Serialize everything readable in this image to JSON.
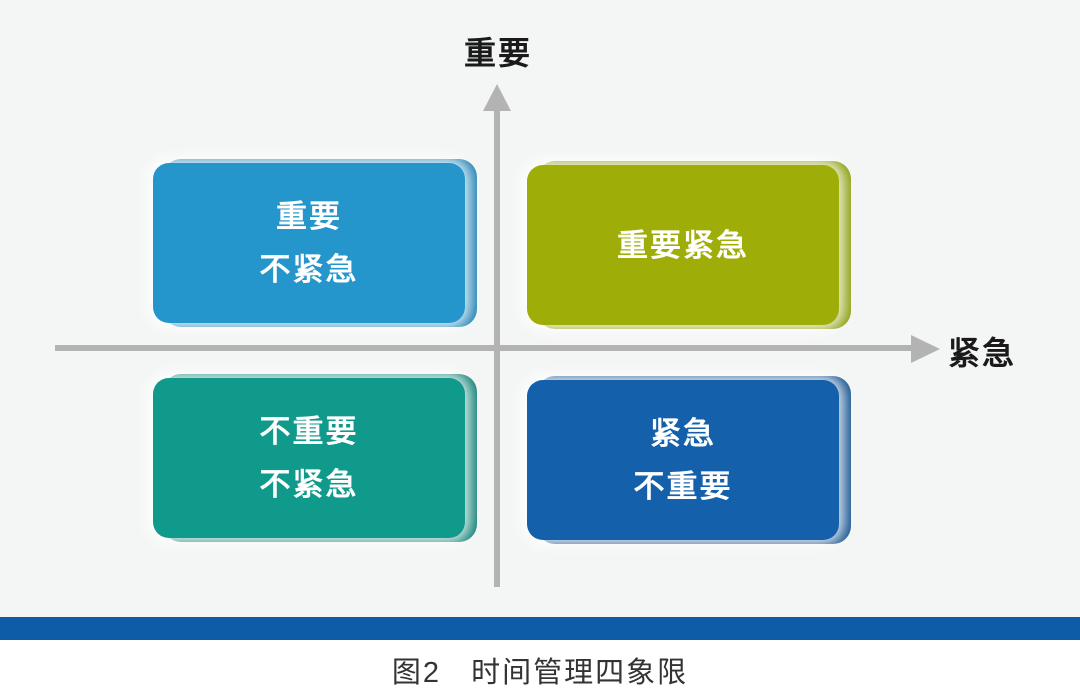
{
  "figure": {
    "caption": {
      "figure_label": "图2",
      "title": "时间管理四象限"
    }
  },
  "axes": {
    "y_label": "重要",
    "x_label": "紧急",
    "line_color": "#b3b3b3",
    "label_color": "#1a1a1a"
  },
  "quadrants": [
    {
      "name": "important-not-urgent",
      "position": "top-left",
      "line1": "重要",
      "line2": "不紧急",
      "fill": "#2596cc",
      "edge": "#1b7fb3",
      "text_color": "#ffffff"
    },
    {
      "name": "important-urgent",
      "position": "top-right",
      "line1": "重要紧急",
      "line2": "",
      "fill": "#9fad08",
      "edge": "#879b06",
      "text_color": "#ffffff"
    },
    {
      "name": "not-important-not-urgent",
      "position": "bottom-left",
      "line1": "不重要",
      "line2": "不紧急",
      "fill": "#0f9a8c",
      "edge": "#0a7d71",
      "text_color": "#ffffff"
    },
    {
      "name": "urgent-not-important",
      "position": "bottom-right",
      "line1": "紧急",
      "line2": "不重要",
      "fill": "#1560ab",
      "edge": "#0e4d8d",
      "text_color": "#ffffff"
    }
  ],
  "divider_bar": {
    "color": "#0e5ba7"
  },
  "background": {
    "plot": "#f4f5f5",
    "footer": "#ffffff"
  }
}
